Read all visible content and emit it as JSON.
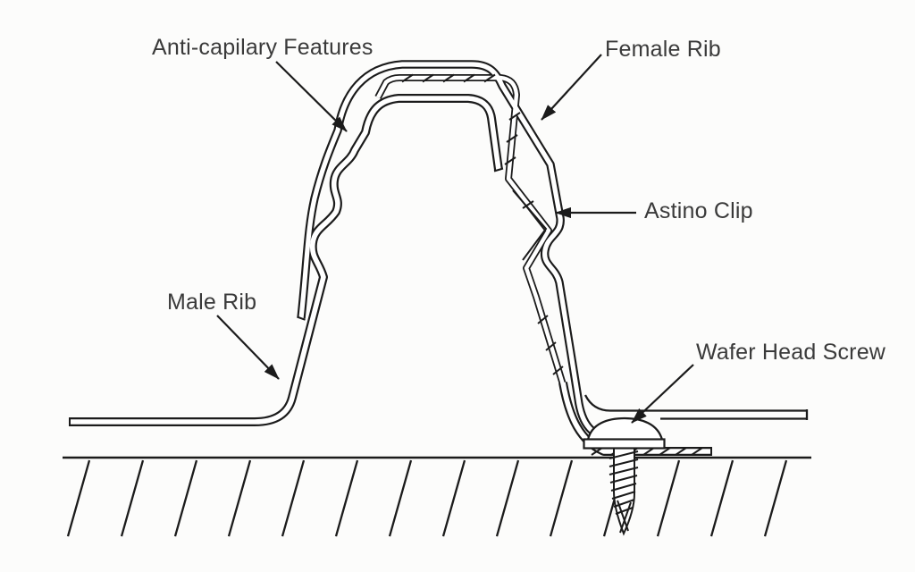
{
  "diagram": {
    "labels": {
      "anti_capillary": "Anti-capilary Features",
      "female_rib": "Female Rib",
      "astino_clip": "Astino Clip",
      "male_rib": "Male Rib",
      "wafer_head_screw": "Wafer Head Screw"
    },
    "colors": {
      "background": "#fcfcfb",
      "line": "#1b1b1b",
      "text": "#3a3a3a"
    }
  }
}
